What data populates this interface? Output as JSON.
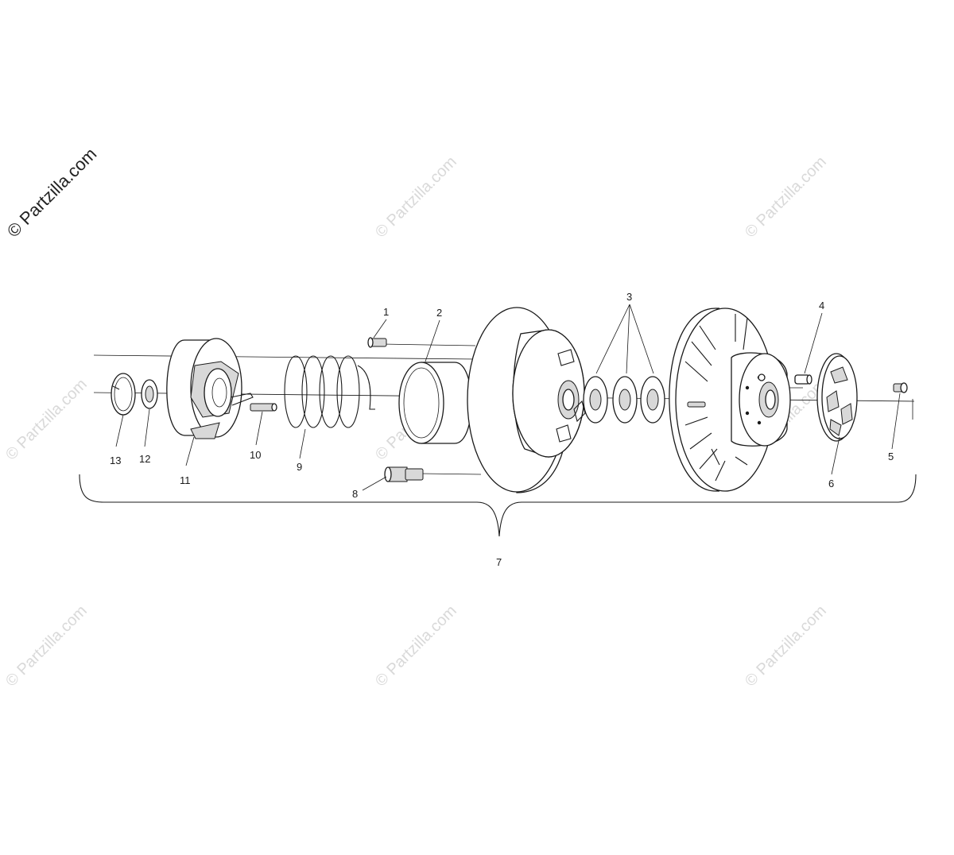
{
  "watermark": {
    "main_text": "© Partzilla.com",
    "tile_text": "© Partzilla.com"
  },
  "callouts": [
    {
      "id": "1",
      "label": "1"
    },
    {
      "id": "2",
      "label": "2"
    },
    {
      "id": "3",
      "label": "3"
    },
    {
      "id": "4",
      "label": "4"
    },
    {
      "id": "5",
      "label": "5"
    },
    {
      "id": "6",
      "label": "6"
    },
    {
      "id": "7",
      "label": "7"
    },
    {
      "id": "8",
      "label": "8"
    },
    {
      "id": "9",
      "label": "9"
    },
    {
      "id": "10",
      "label": "10"
    },
    {
      "id": "11",
      "label": "11"
    },
    {
      "id": "12",
      "label": "12"
    },
    {
      "id": "13",
      "label": "13"
    }
  ],
  "colors": {
    "line": "#1a1a1a",
    "watermark": "#d9d9d9",
    "background": "#ffffff"
  }
}
